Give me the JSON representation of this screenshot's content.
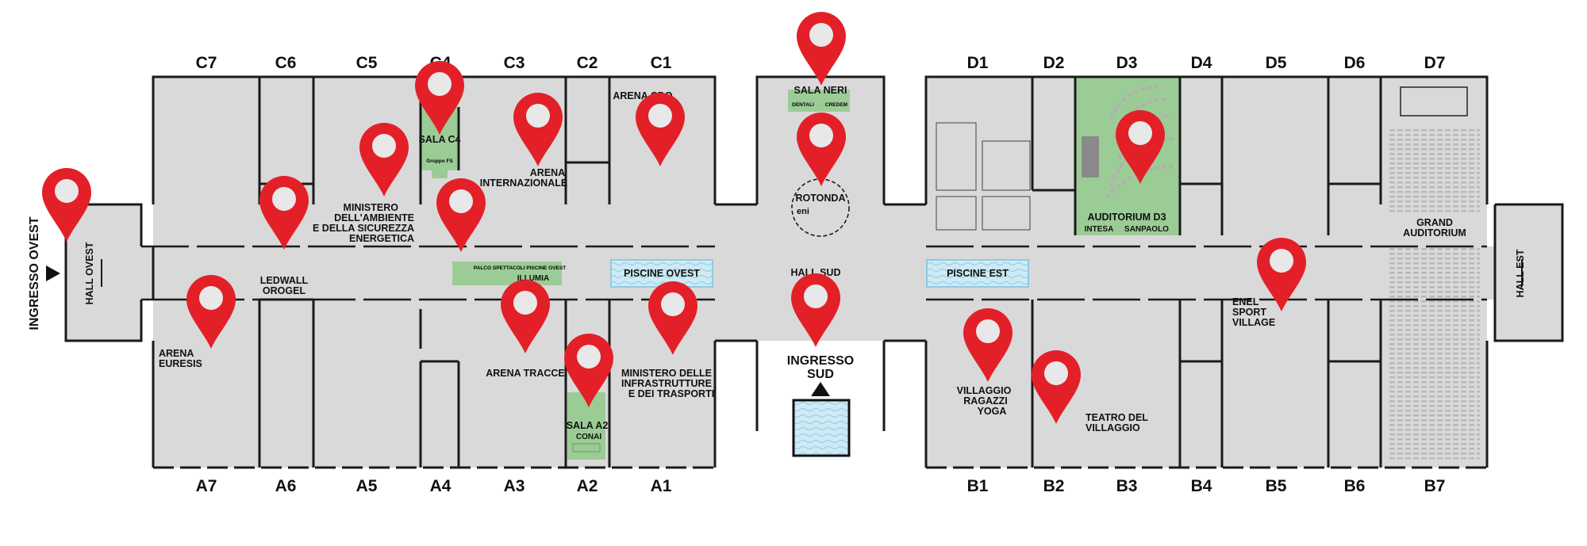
{
  "halls_top": [
    "C7",
    "C6",
    "C5",
    "C4",
    "C3",
    "C2",
    "C1",
    "D1",
    "D2",
    "D3",
    "D4",
    "D5",
    "D6",
    "D7"
  ],
  "halls_bottom": [
    "A7",
    "A6",
    "A5",
    "A4",
    "A3",
    "A2",
    "A1",
    "B1",
    "B2",
    "B3",
    "B4",
    "B5",
    "B6",
    "B7"
  ],
  "entrances": {
    "west": "INGRESSO OVEST",
    "south_line1": "INGRESSO",
    "south_line2": "SUD"
  },
  "areas": {
    "hall_ovest": "HALL OVEST",
    "hall_est": "HALL EST",
    "hall_sud": "HALL SUD",
    "sala_neri": "SALA NERI",
    "sala_neri_logo1": "DENTALI",
    "sala_neri_logo2": "CREDEM",
    "arena_cdo": "ARENA CDO",
    "sala_c4": "SALA C4",
    "sala_c4_logo": "Gruppo FS",
    "arena_internazionale_1": "ARENA",
    "arena_internazionale_2": "INTERNAZIONALE",
    "ministero_ambiente_1": "MINISTERO",
    "ministero_ambiente_2": "DELL'AMBIENTE",
    "ministero_ambiente_3": "E DELLA SICUREZZA",
    "ministero_ambiente_4": "ENERGETICA",
    "ledwall_1": "LEDWALL",
    "ledwall_2": "OROGEL",
    "palco": "PALCO SPETTACOLI PISCINE OVEST",
    "palco_logo": "ILLUMIA",
    "piscine_ovest": "PISCINE OVEST",
    "rotonda": "ROTONDA",
    "rotonda_logo": "eni",
    "piscine_est": "PISCINE EST",
    "auditorium_d3": "AUDITORIUM D3",
    "auditorium_d3_logo1": "INTESA",
    "auditorium_d3_logo2": "SANPAOLO",
    "grand_auditorium_1": "GRAND",
    "grand_auditorium_2": "AUDITORIUM",
    "arena_euresis_1": "ARENA",
    "arena_euresis_2": "EURESIS",
    "arena_tracce": "ARENA TRACCE",
    "ministero_infra_1": "MINISTERO DELLE",
    "ministero_infra_2": "INFRASTRUTTURE",
    "ministero_infra_3": "E DEI TRASPORTI",
    "sala_a2": "SALA A2",
    "sala_a2_logo": "CONAI",
    "enel_1": "ENEL",
    "enel_2": "SPORT",
    "enel_3": "VILLAGE",
    "villaggio_1": "VILLAGGIO",
    "villaggio_2": "RAGAZZI",
    "villaggio_3": "YOGA",
    "teatro_1": "TEATRO DEL",
    "teatro_2": "VILLAGGIO"
  },
  "colors": {
    "floor": "#d9d9d9",
    "wall": "#1a1a1a",
    "pin": "#e32028",
    "green_room": "#9ccc95",
    "pool": "#cdeaf5"
  },
  "pins": [
    {
      "id": "pin-ingresso-ovest",
      "icon": "map-pin-icon"
    },
    {
      "id": "pin-ledwall",
      "icon": "map-pin-icon"
    },
    {
      "id": "pin-arena-euresis",
      "icon": "map-pin-icon"
    },
    {
      "id": "pin-ministero-ambiente",
      "icon": "map-pin-icon"
    },
    {
      "id": "pin-sala-c4",
      "icon": "map-pin-icon"
    },
    {
      "id": "pin-palco",
      "icon": "map-pin-icon"
    },
    {
      "id": "pin-arena-internazionale",
      "icon": "map-pin-icon"
    },
    {
      "id": "pin-arena-cdo",
      "icon": "map-pin-icon"
    },
    {
      "id": "pin-arena-tracce",
      "icon": "map-pin-icon"
    },
    {
      "id": "pin-sala-a2",
      "icon": "map-pin-icon"
    },
    {
      "id": "pin-ministero-infra",
      "icon": "map-pin-icon"
    },
    {
      "id": "pin-sala-neri",
      "icon": "map-pin-icon"
    },
    {
      "id": "pin-rotonda",
      "icon": "map-pin-icon"
    },
    {
      "id": "pin-ingresso-sud",
      "icon": "map-pin-icon"
    },
    {
      "id": "pin-auditorium-d3",
      "icon": "map-pin-icon"
    },
    {
      "id": "pin-villaggio",
      "icon": "map-pin-icon"
    },
    {
      "id": "pin-teatro",
      "icon": "map-pin-icon"
    },
    {
      "id": "pin-enel",
      "icon": "map-pin-icon"
    }
  ]
}
